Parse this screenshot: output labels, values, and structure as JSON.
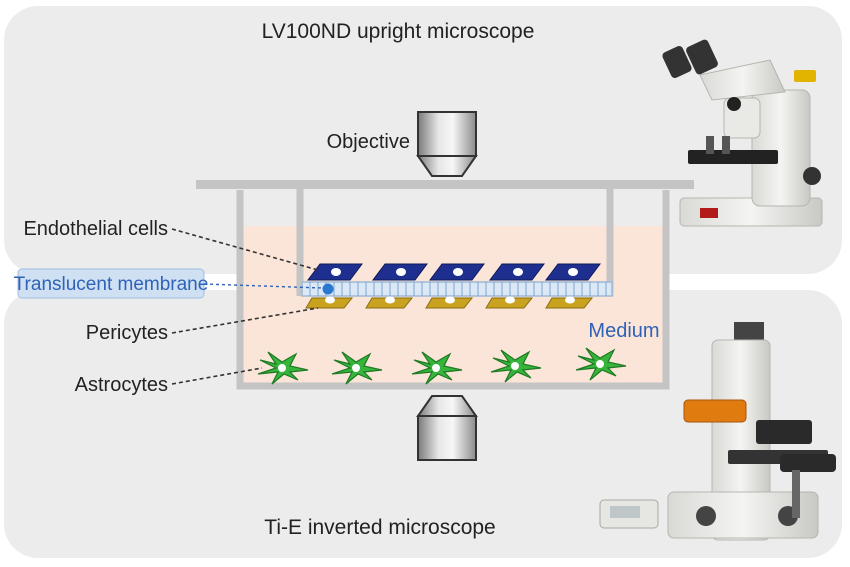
{
  "top_title": "LV100ND upright microscope",
  "bottom_title": "Ti-E inverted microscope",
  "labels": {
    "objective": "Objective",
    "endothelial": "Endothelial cells",
    "membrane": "Translucent membrane",
    "pericytes": "Pericytes",
    "astrocytes": "Astrocytes",
    "medium": "Medium"
  },
  "colors": {
    "panel": "#ececec",
    "medium_fill": "#fbe5d8",
    "endothelial": "#1e2f8f",
    "pericyte": "#c9a21f",
    "astrocyte": "#36b43b",
    "membrane": "#dbe8f6",
    "membrane_label_bg": "#cfe0f3",
    "membrane_label_text": "#2e63b8",
    "medium_text": "#2e63b8"
  },
  "images": [
    "upright-microscope",
    "inverted-microscope"
  ]
}
